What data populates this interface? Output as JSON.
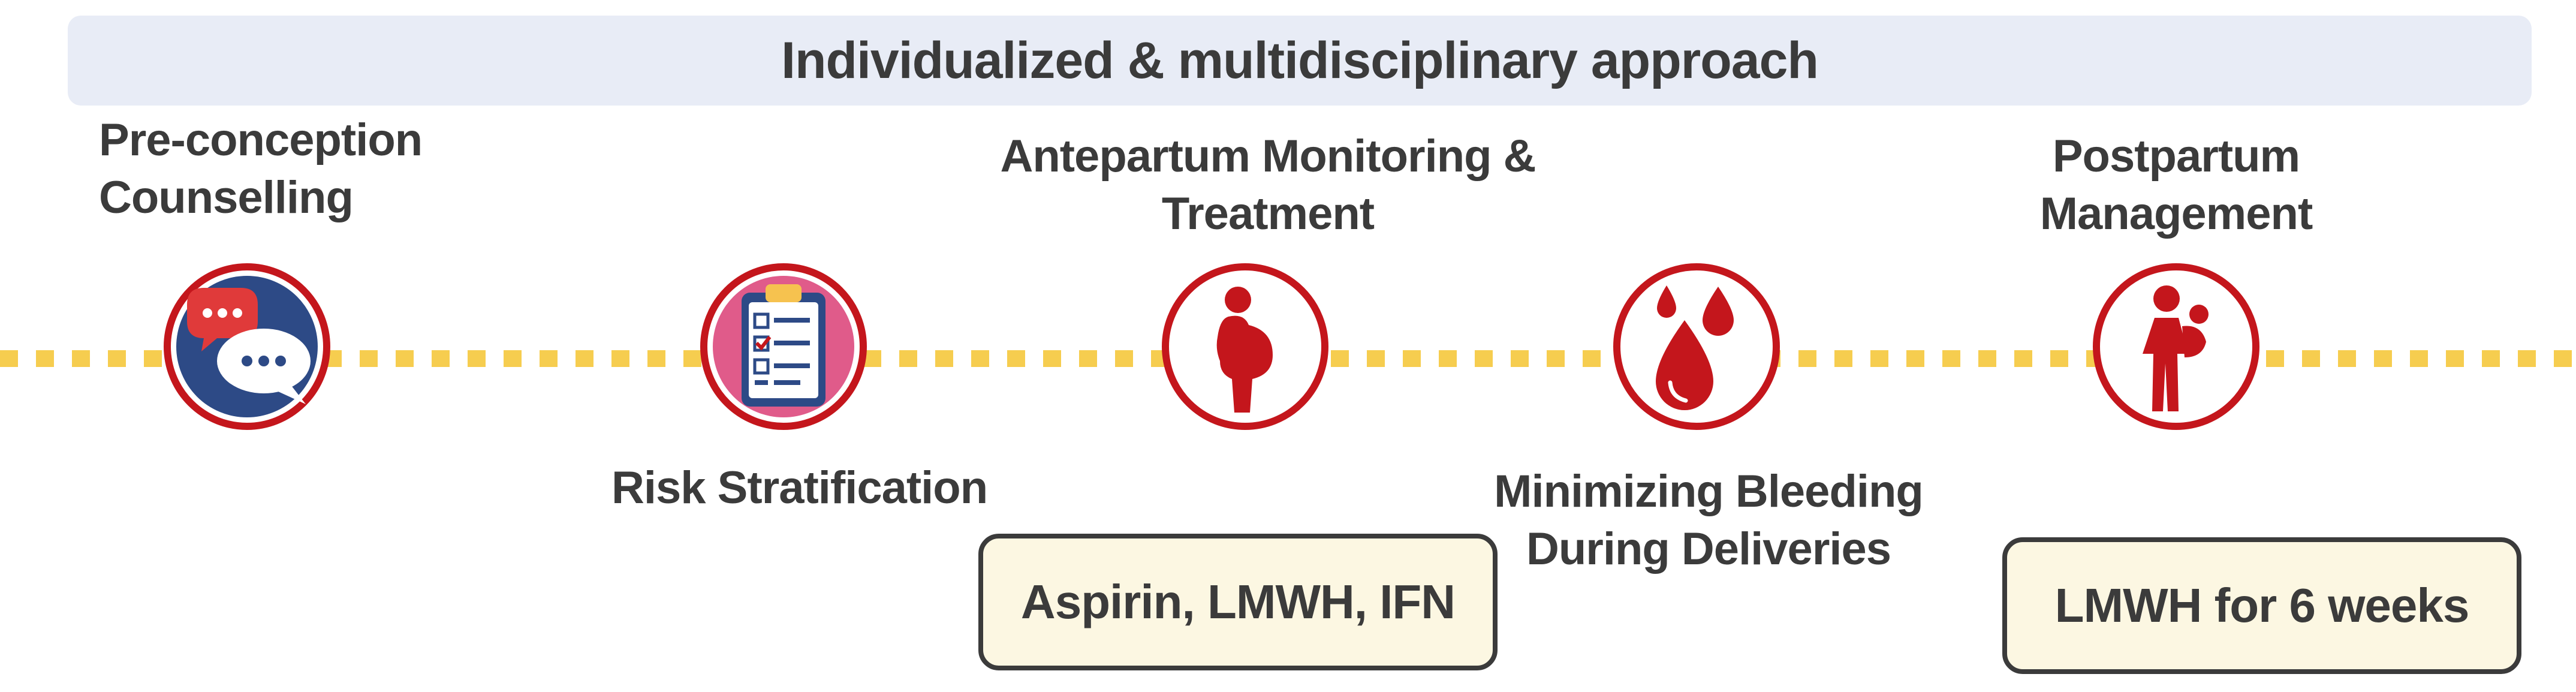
{
  "header": {
    "title": "Individualized & multidisciplinary approach"
  },
  "steps": [
    {
      "label_lines": [
        "Pre-conception",
        "Counselling"
      ],
      "icon": "chat-bubbles-icon"
    },
    {
      "label_lines": [
        "Risk Stratification"
      ],
      "icon": "clipboard-checklist-icon"
    },
    {
      "label_lines": [
        "Antepartum Monitoring &",
        "Treatment"
      ],
      "icon": "pregnant-woman-icon"
    },
    {
      "label_lines": [
        "Minimizing Bleeding",
        "During Deliveries"
      ],
      "icon": "blood-drops-icon"
    },
    {
      "label_lines": [
        "Postpartum",
        "Management"
      ],
      "icon": "mother-child-icon"
    }
  ],
  "treatments": {
    "antepartum": "Aspirin, LMWH, IFN",
    "postpartum": "LMWH for 6 weeks"
  },
  "colors": {
    "ring": "#c4161c",
    "timeline": "#f6cd4f",
    "banner": "#e8ecf6",
    "box_fill": "#fcf7e2",
    "text": "#3b3b3b"
  }
}
